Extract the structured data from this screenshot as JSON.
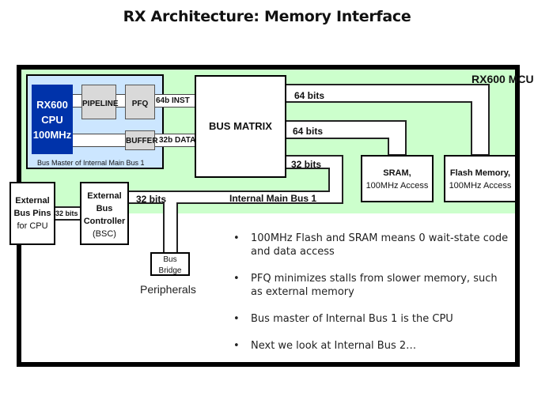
{
  "title": "RX Architecture: Memory Interface",
  "mcu_label": "RX600 MCU",
  "cpu_block": {
    "line1": "RX600",
    "line2": "CPU",
    "line3": "100MHz"
  },
  "pipeline_label": "PIPELINE",
  "pfq_label": "PFQ",
  "buffer_label": "BUFFER",
  "inst_bus_label": "64b INST",
  "data_bus_label": "32b DATA",
  "bus_master_caption": "Bus Master  of Internal Main Bus 1",
  "bus_matrix_label": "BUS MATRIX",
  "flash_bus_label": "64 bits",
  "sram_bus_label": "64 bits",
  "main_bus_width_label": "32 bits",
  "sram": {
    "line1": "SRAM,",
    "line2": "100MHz Access"
  },
  "flash": {
    "line1": "Flash Memory,",
    "line2": "100MHz Access"
  },
  "internal_main_bus_label": "Internal Main Bus 1",
  "bsc_bus_label": "32 bits",
  "ext_pins_bus_label": "32 bits",
  "ext_pins": {
    "line1": "External",
    "line2": "Bus Pins",
    "line3": "for CPU"
  },
  "bsc": {
    "line1": "External",
    "line2": "Bus",
    "line3": "Controller",
    "line4": "(BSC)"
  },
  "bus_bridge": {
    "line1": "Bus",
    "line2": "Bridge"
  },
  "peripherals_label": "Peripherals",
  "bullets": [
    "100MHz Flash and SRAM means 0 wait-state code and data access",
    "PFQ minimizes  stalls from slower memory, such as external memory",
    "Bus master of Internal Bus 1 is the CPU",
    "Next we look at Internal Bus 2…"
  ],
  "colors": {
    "mcu_fill": "#ccffcc",
    "bus_master_fill": "#cce6ff",
    "cpu_fill": "#0033aa",
    "stage_fill": "#d9d9d9"
  }
}
